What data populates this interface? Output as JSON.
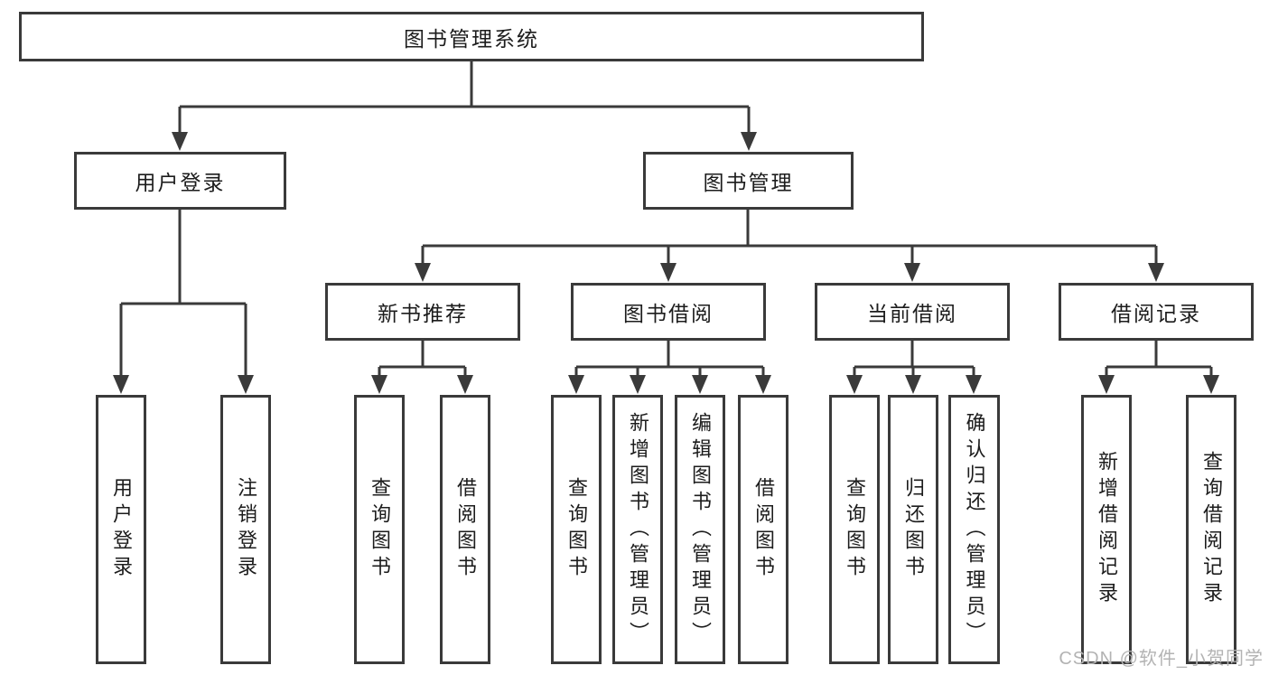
{
  "nodes": {
    "root": "图书管理系统",
    "user_login": "用户登录",
    "book_mgmt": "图书管理",
    "new_book_rec": "新书推荐",
    "book_borrow": "图书借阅",
    "current_borrow": "当前借阅",
    "borrow_records": "借阅记录",
    "leaf_user_login": "用户登录",
    "leaf_logout": "注销登录",
    "leaf_nbr_query": "查询图书",
    "leaf_nbr_borrow": "借阅图书",
    "leaf_bb_query": "查询图书",
    "leaf_bb_add": "新增图书（管理员）",
    "leaf_bb_edit": "编辑图书（管理员）",
    "leaf_bb_borrow": "借阅图书",
    "leaf_cb_query": "查询图书",
    "leaf_cb_return": "归还图书",
    "leaf_cb_confirm": "确认归还（管理员）",
    "leaf_br_add": "新增借阅记录",
    "leaf_br_query": "查询借阅记录"
  },
  "watermark": "CSDN @软件_小贺同学",
  "colors": {
    "line": "#3a3a3a",
    "text": "#1c1c1c",
    "watermark": "#b3b3b3",
    "background": "#ffffff"
  }
}
